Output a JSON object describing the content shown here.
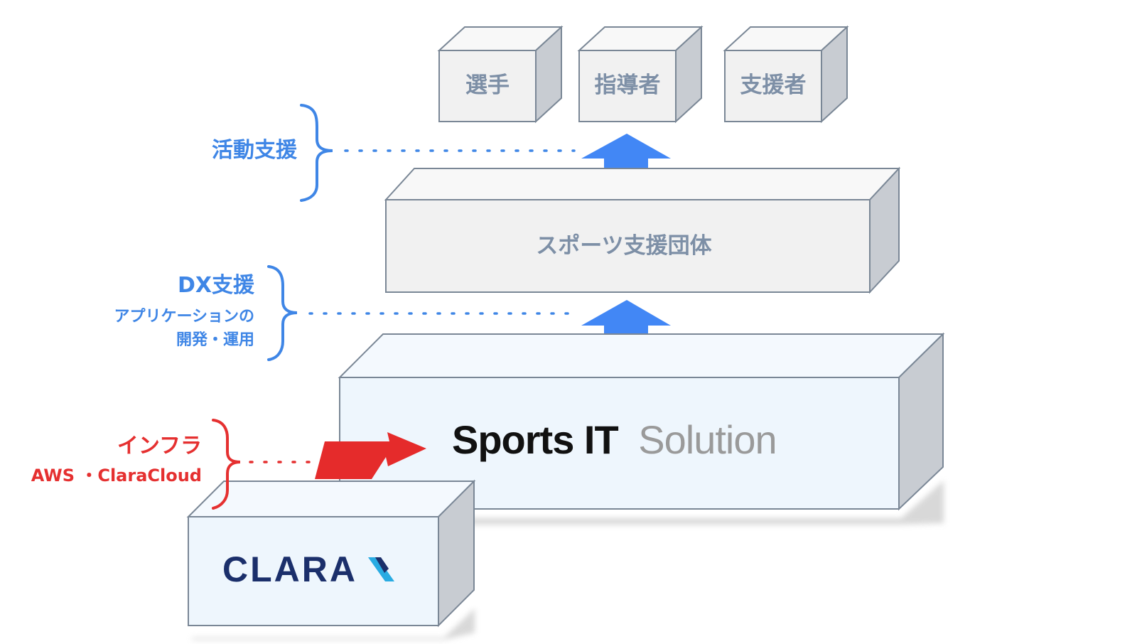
{
  "top_boxes": [
    "選手",
    "指導者",
    "支援者"
  ],
  "org_box": "スポーツ支援団体",
  "sis": {
    "bold": "Sports IT",
    "light": "Solution"
  },
  "clara": {
    "logo_text": "CLARA"
  },
  "labels": {
    "activity": "活動支援",
    "dx_title": "DX支援",
    "dx_line1": "アプリケーションの",
    "dx_line2": "開発・運用",
    "infra_title": "インフラ",
    "infra_sub": "AWS ・ClaraCloud"
  },
  "colors": {
    "blue": "#3f86e6",
    "red": "#e53030",
    "box_front_light": "#f1f1f1",
    "box_front_blue": "#eef6fd",
    "box_side": "#c8ccd2",
    "clara_navy": "#1b2f6b",
    "clara_cyan": "#29abe2"
  }
}
